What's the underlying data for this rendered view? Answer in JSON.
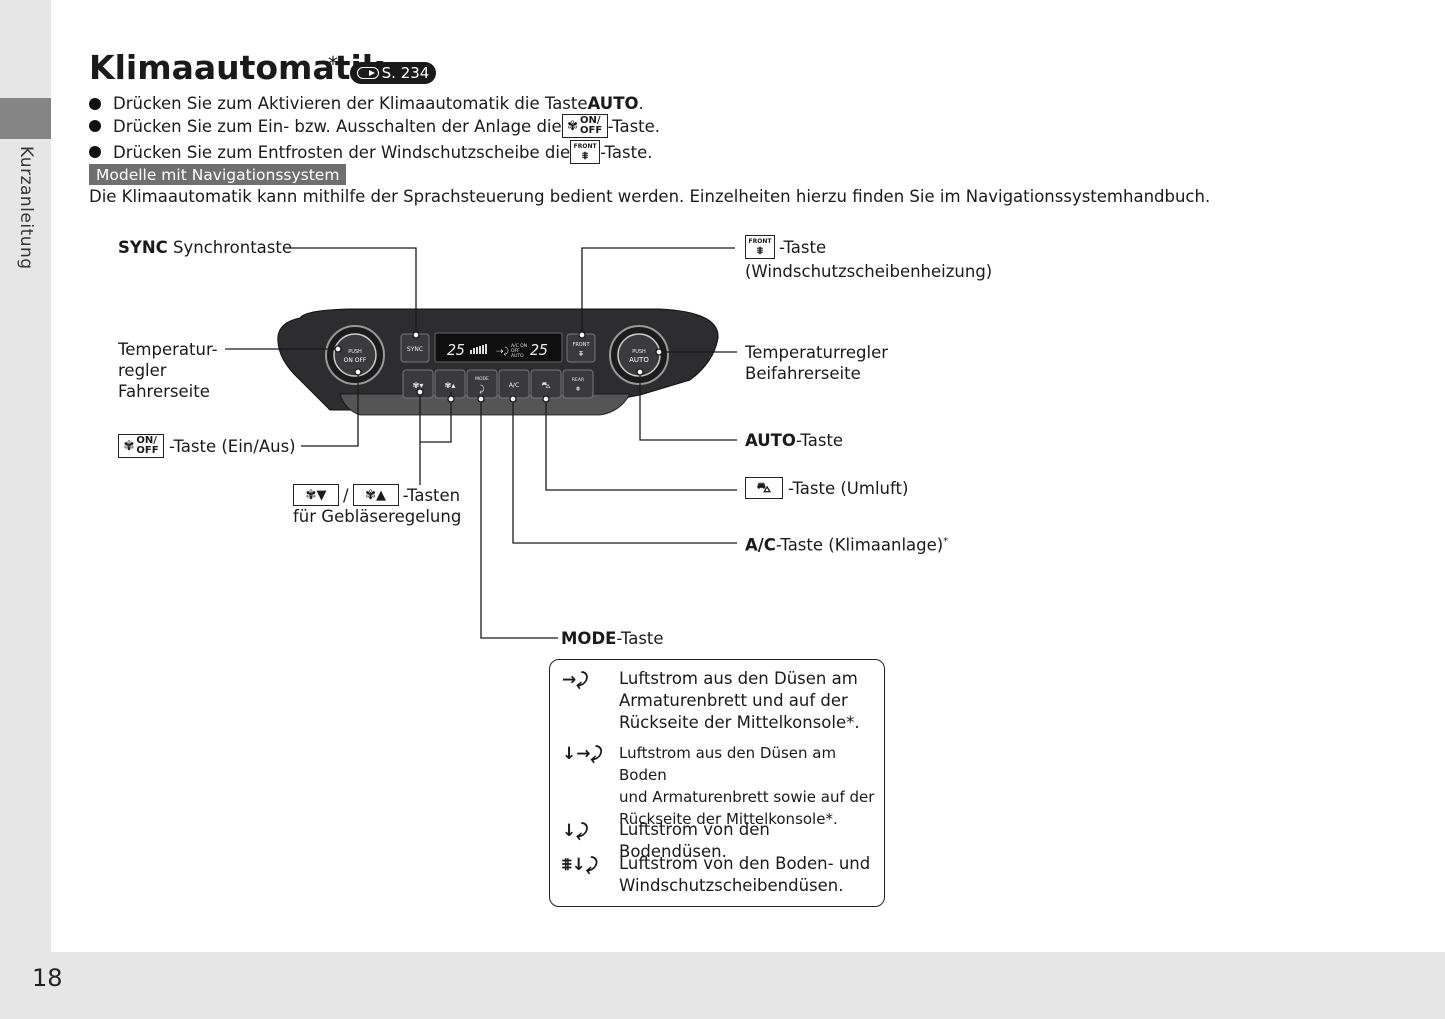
{
  "page": {
    "section_label": "Kurzanleitung",
    "page_number": "18"
  },
  "header": {
    "title": "Klimaautomatik",
    "star": "*",
    "xref": "S. 234"
  },
  "bullets": [
    {
      "before": "Drücken Sie zum Aktivieren der Klimaautomatik die Taste ",
      "bold": "AUTO",
      "after": "."
    },
    {
      "before": "Drücken Sie zum Ein- bzw. Ausschalten der Anlage die ",
      "after": "-Taste."
    },
    {
      "before": "Drücken Sie zum Entfrosten der Windschutzscheibe die ",
      "after": "-Taste."
    }
  ],
  "models_label": "Modelle mit Navigationssystem",
  "intro": "Die Klimaautomatik kann mithilfe der Sprachsteuerung bedient werden. Einzelheiten hierzu finden Sie im Navigationssystemhandbuch.",
  "icons": {
    "on": "ON/",
    "off": "OFF",
    "front": "FRONT",
    "auto": "AUTO"
  },
  "callouts": {
    "sync_bold": "SYNC",
    "sync_rest": " Synchrontaste",
    "temp_driver": "Temperatur-\nregler\nFahrerseite",
    "onoff_rest": "-Taste (Ein/Aus)",
    "fan_sep": "/",
    "fan_line1": "-Tasten",
    "fan_line2": "für Gebläseregelung",
    "front_line1": "-Taste",
    "front_line2": "(Windschutzscheibenheizung)",
    "temp_passenger": "Temperaturregler\nBeifahrerseite",
    "auto_bold": "AUTO",
    "auto_rest": "-Taste",
    "recirc_rest": "-Taste (Umluft)",
    "ac_bold": "A/C",
    "ac_rest": "-Taste (Klimaanlage)",
    "ac_star": "*",
    "mode_bold": "MODE",
    "mode_rest": "-Taste"
  },
  "panel": {
    "sync": "SYNC",
    "front": "FRONT",
    "rear": "REAR",
    "ac": "A/C",
    "mode": "MODE",
    "auto": "AUTO",
    "on_off": "ON OFF",
    "push": "PUSH",
    "temp_left": "25",
    "temp_right": "25",
    "auto_on": "A/C ON",
    "auto_off": "OFF",
    "auto_small": "AUTO"
  },
  "legend": [
    {
      "icon": "vent-face-icon",
      "text": "Luftstrom aus den Düsen am\nArmaturenbrett und auf der\nRückseite der Mittelkonsole*.",
      "size": "normal"
    },
    {
      "icon": "vent-bilevel-icon",
      "text": "Luftstrom aus den Düsen am Boden\nund Armaturenbrett sowie auf der\nRückseite der Mittelkonsole*.",
      "size": "small"
    },
    {
      "icon": "vent-floor-icon",
      "text": "Luftstrom von den Bodendüsen.",
      "size": "normal"
    },
    {
      "icon": "vent-floor-defrost-icon",
      "text": "Luftstrom von den Boden- und\nWindschutzscheibendüsen.",
      "size": "normal"
    }
  ]
}
